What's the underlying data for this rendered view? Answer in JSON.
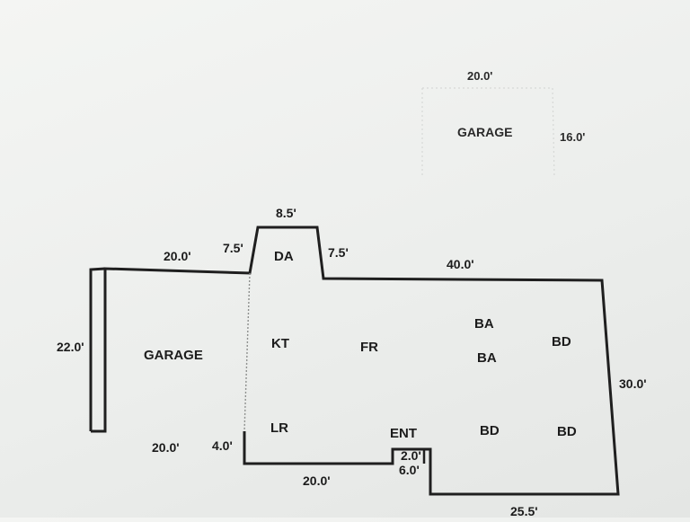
{
  "detached_garage": {
    "width_label": "20.0'",
    "depth_label": "16.0'",
    "room_label": "GARAGE"
  },
  "main_plan": {
    "rooms": {
      "garage": "GARAGE",
      "dining": "DA",
      "kitchen": "KT",
      "living": "LR",
      "family": "FR",
      "entry": "ENT",
      "bath_1": "BA",
      "bath_2": "BA",
      "bedroom_1": "BD",
      "bedroom_2": "BD",
      "bedroom_3": "BD"
    },
    "dimensions": {
      "garage_top": "20.0'",
      "garage_side": "22.0'",
      "garage_bottom": "20.0'",
      "step_offset": "4.0'",
      "dining_left": "7.5'",
      "dining_top": "8.5'",
      "dining_right": "7.5'",
      "main_top": "40.0'",
      "right_side": "30.0'",
      "lr_bottom": "20.0'",
      "entry_notch_a": "2.0'",
      "entry_notch_b": "6.0'",
      "bottom_right": "25.5'"
    }
  }
}
